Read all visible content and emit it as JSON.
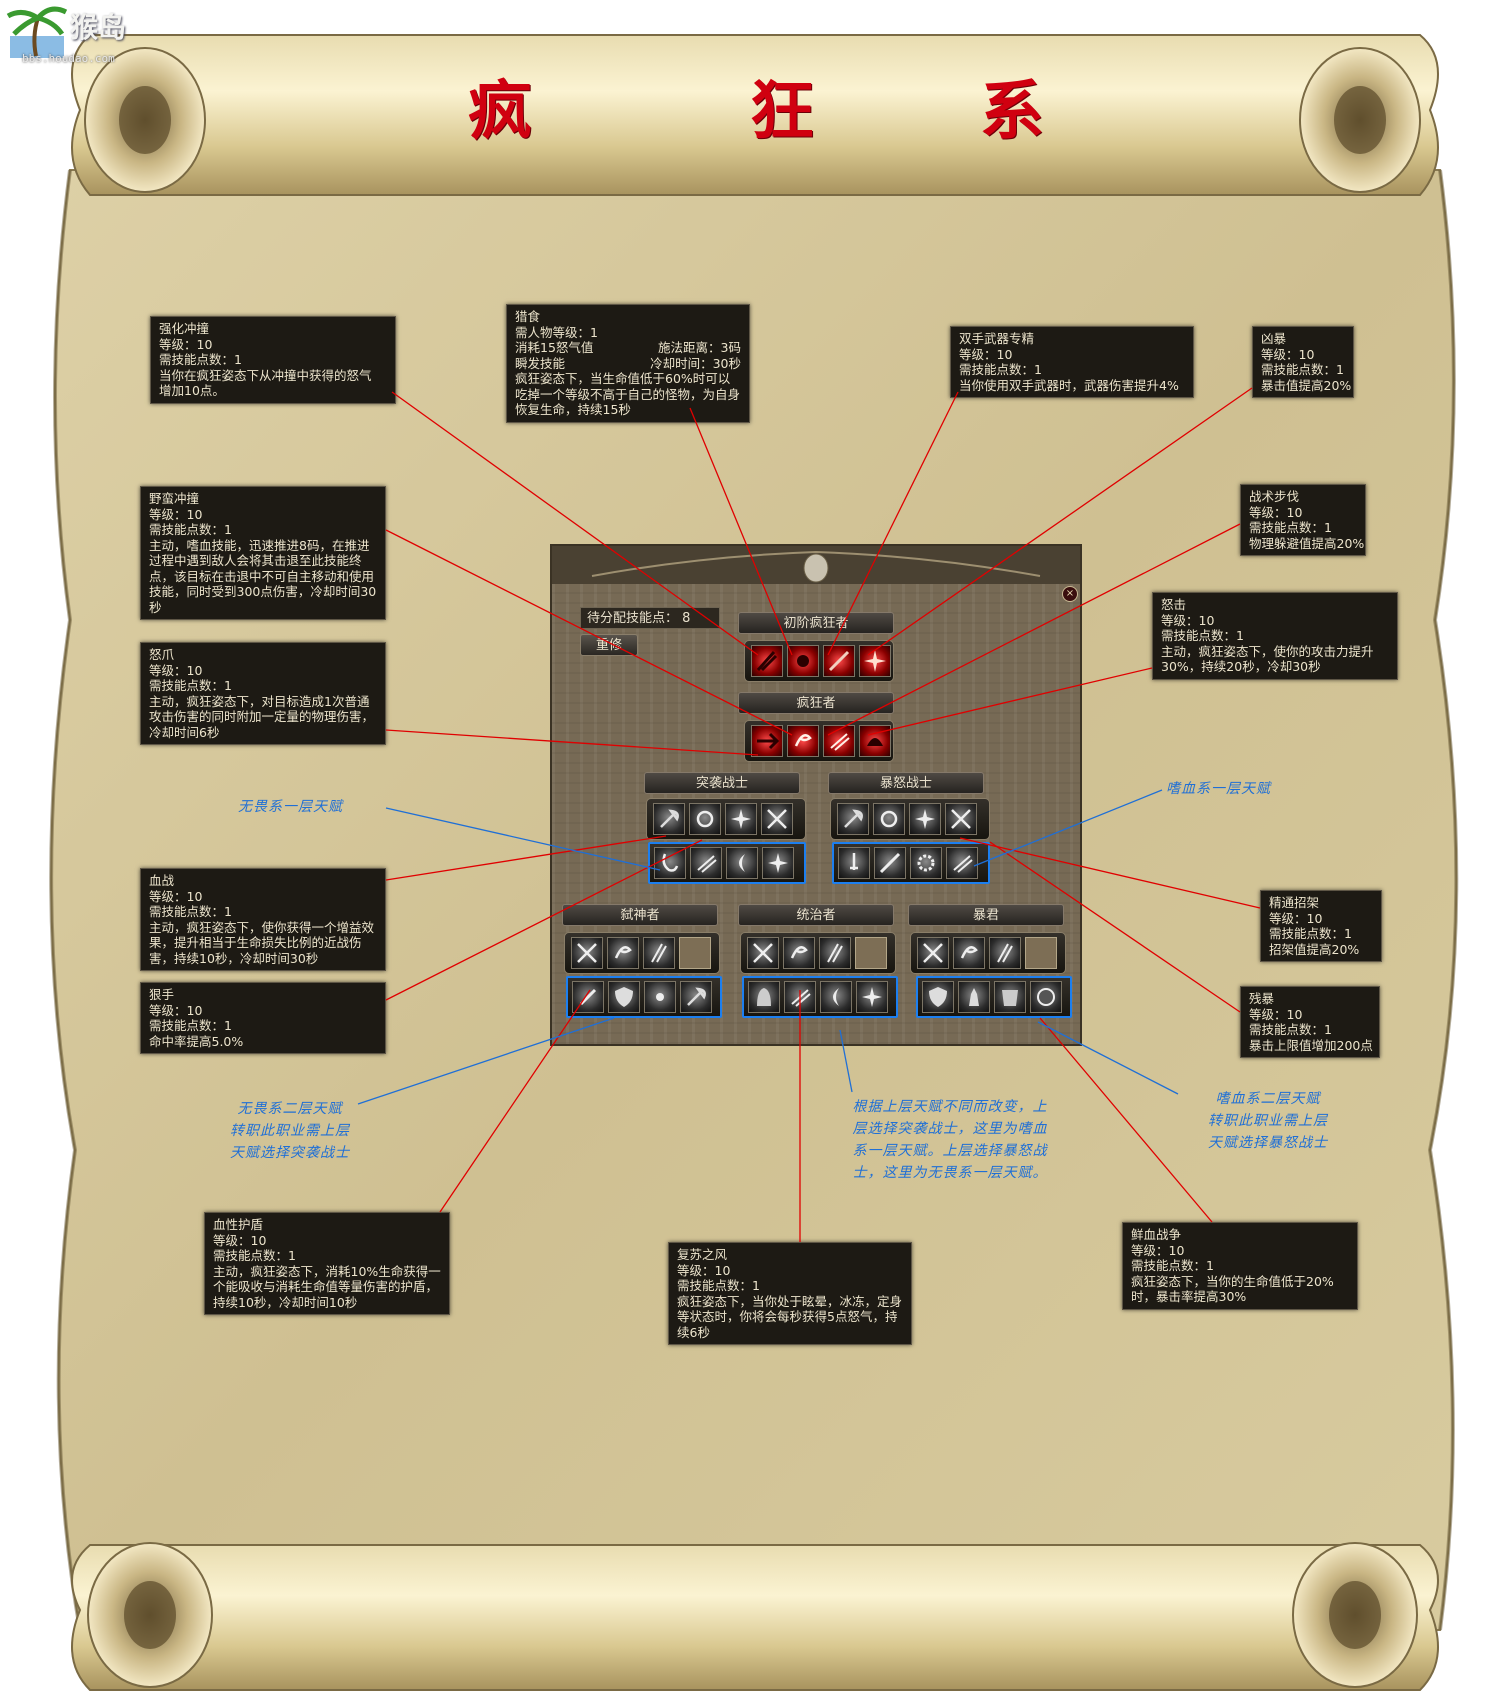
{
  "logo": {
    "text": "猴岛",
    "url_text": "bbs.houdao.com"
  },
  "title": {
    "chars": [
      "疯",
      "狂",
      "系"
    ]
  },
  "panel": {
    "points_label": "待分配技能点：  8",
    "retrain_label": "重修",
    "close_symbol": "×",
    "tab_top": "初阶疯狂者",
    "tab_berserker": "疯狂者",
    "tab_left": "突袭战士",
    "tab_right": "暴怒战士",
    "tab_a": "弑神者",
    "tab_b": "统治者",
    "tab_c": "暴君"
  },
  "tooltips": {
    "qhcz": {
      "title": "强化冲撞",
      "lines": [
        "等级：10",
        "需技能点数：1",
        "当你在疯狂姿态下从冲撞中获得的怒气",
        "增加10点。"
      ]
    },
    "ls": {
      "title": "猎食",
      "lines": [
        "需人物等级：1"
      ],
      "split": [
        [
          "消耗15怒气值",
          "施法距离：3码"
        ],
        [
          "瞬发技能",
          "冷却时间：30秒"
        ]
      ],
      "body": "疯狂姿态下，当生命值低于60%时可以吃掉一个等级不高于自己的怪物，为自身恢复生命，持续15秒"
    },
    "sswq": {
      "title": "双手武器专精",
      "lines": [
        "等级：10",
        "需技能点数：1",
        "当你使用双手武器时，武器伤害提升4%"
      ]
    },
    "xb": {
      "title": "凶暴",
      "lines": [
        "等级：10",
        "需技能点数：1",
        "暴击值提高20%"
      ]
    },
    "ymcz": {
      "title": "野蛮冲撞",
      "lines": [
        "等级：10",
        "需技能点数：1"
      ],
      "body": "主动，嗜血技能，迅速推进8码，在推进过程中遇到敌人会将其击退至此技能终点，该目标在击退中不可自主移动和使用技能，同时受到300点伤害，冷却时间30秒"
    },
    "zsbf": {
      "title": "战术步伐",
      "lines": [
        "等级：10",
        "需技能点数：1",
        "物理躲避值提高20%"
      ]
    },
    "nj": {
      "title": "怒击",
      "lines": [
        "等级：10",
        "需技能点数：1"
      ],
      "body": "主动，疯狂姿态下，使你的攻击力提升30%，持续20秒，冷却30秒"
    },
    "nz": {
      "title": "怒爪",
      "lines": [
        "等级：10",
        "需技能点数：1"
      ],
      "body": "主动，疯狂姿态下，对目标造成1次普通攻击伤害的同时附加一定量的物理伤害，冷却时间6秒"
    },
    "xz": {
      "title": "血战",
      "lines": [
        "等级：10",
        "需技能点数：1"
      ],
      "body": "主动，疯狂姿态下，使你获得一个增益效果，提升相当于生命损失比例的近战伤害，持续10秒，冷却时间30秒"
    },
    "hs": {
      "title": "狠手",
      "lines": [
        "等级：10",
        "需技能点数：1",
        "命中率提高5.0%"
      ]
    },
    "jtzj": {
      "title": "精通招架",
      "lines": [
        "等级：10",
        "需技能点数：1",
        "招架值提高20%"
      ]
    },
    "cb": {
      "title": "残暴",
      "lines": [
        "等级：10",
        "需技能点数：1",
        "暴击上限值增加200点"
      ]
    },
    "xxhd": {
      "title": "血性护盾",
      "lines": [
        "等级：10",
        "需技能点数：1"
      ],
      "body": "主动，疯狂姿态下，消耗10%生命获得一个能吸收与消耗生命值等量伤害的护盾，持续10秒，冷却时间10秒"
    },
    "fszf": {
      "title": "复苏之风",
      "lines": [
        "等级：10",
        "需技能点数：1"
      ],
      "body": "疯狂姿态下，当你处于眩晕，冰冻，定身等状态时，你将会每秒获得5点怒气，持续6秒"
    },
    "xxzz": {
      "title": "鲜血战争",
      "lines": [
        "等级：10",
        "需技能点数：1"
      ],
      "body": "疯狂姿态下，当你的生命值低于20%时，暴击率提高30%"
    }
  },
  "notes": {
    "wwx1": "无畏系一层天赋",
    "sxx1": "嗜血系一层天赋",
    "wwx2": [
      "无畏系二层天赋",
      "转职此职业需上层",
      "天赋选择突袭战士"
    ],
    "sxx2": [
      "嗜血系二层天赋",
      "转职此职业需上层",
      "天赋选择暴怒战士"
    ],
    "middle": [
      "根据上层天赋不同而改变，上",
      "层选择突袭战士，这里为嗜血",
      "系一层天赋。上层选择暴怒战",
      "士，这里为无畏系一层天赋。"
    ]
  },
  "colors": {
    "title": "#d00010",
    "note": "#1f6fd6",
    "leader_red": "#e00000",
    "leader_blue": "#1f6fd6",
    "highlight_border": "#1c7ff0"
  }
}
